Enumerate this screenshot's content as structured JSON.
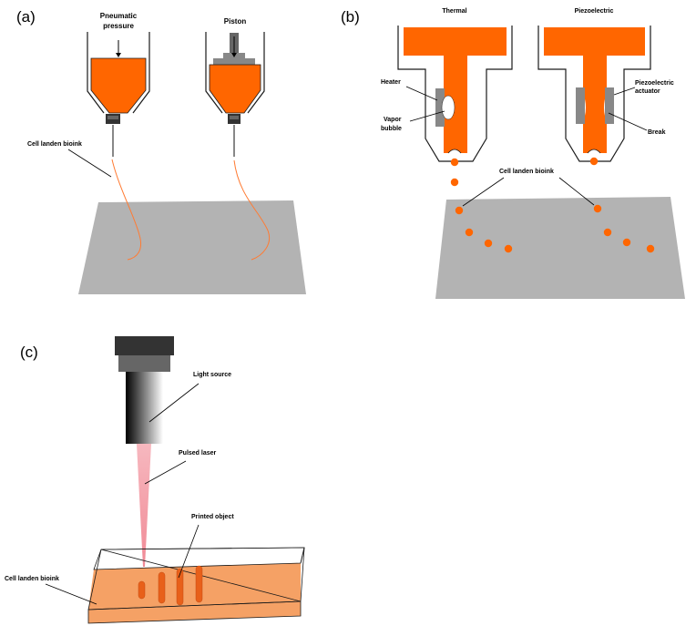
{
  "colors": {
    "ink": "#ff6600",
    "substrate": "#b3b3b3",
    "metal": "#666666",
    "outline": "#1a1a1a",
    "laser": "#f4a6ae",
    "gel": "#f5a165",
    "print": "#e8601a"
  },
  "panel_a": {
    "letter": "(a)",
    "pressure_line1": "Pneumatic",
    "pressure_line2": "pressure",
    "piston": "Piston",
    "bioink": "Cell landen bioink"
  },
  "panel_b": {
    "letter": "(b)",
    "thermal": "Thermal",
    "piezo": "Piezoelectric",
    "heater": "Heater",
    "vapor_line1": "Vapor",
    "vapor_line2": "bubble",
    "actuator_line1": "Piezoelectric",
    "actuator_line2": "actuator",
    "break": "Break",
    "bioink": "Cell landen bioink"
  },
  "panel_c": {
    "letter": "(c)",
    "light_source": "Light source",
    "pulsed_laser": "Pulsed laser",
    "printed_object": "Printed object",
    "bioink": "Cell landen bioink"
  }
}
